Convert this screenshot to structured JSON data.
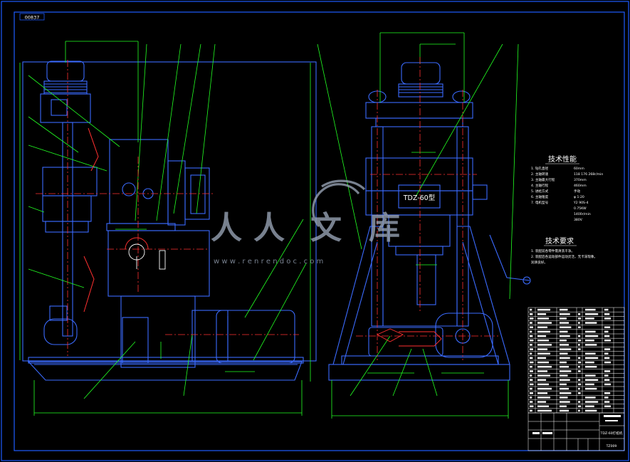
{
  "drawing": {
    "corner_tag": "00837",
    "machine_label": "TDZ-60型",
    "title_block_name": "TDZ-60打桩机",
    "title_block_code": "TZ009"
  },
  "specs": {
    "title": "技术性能",
    "rows": [
      [
        "1. 钻孔直径",
        "60mm"
      ],
      [
        "2. 主轴转速",
        "118 176 268r/min"
      ],
      [
        "3. 主轴最大行程",
        "370mm"
      ],
      [
        "4. 主轴行程",
        "460mm"
      ],
      [
        "5. 进给方式",
        "手动"
      ],
      [
        "6. 主轴锥度",
        "φ 1:20"
      ],
      [
        "7. 电机型号",
        "Y2 90S-4"
      ],
      [
        "",
        "0.75KW"
      ],
      [
        "",
        "1400r/min"
      ],
      [
        "",
        "380V"
      ]
    ]
  },
  "requirements": {
    "title": "技术要求",
    "items": [
      "1. 装配前各零件需清洗干净。",
      "2. 装配后各运动部件运动灵活，无卡滞现象。",
      "   润滑良好。"
    ]
  },
  "watermark": {
    "chars": [
      "人",
      "人",
      "文",
      "库"
    ],
    "url": "w w w . r e n r e n d o c . c o m"
  },
  "colors": {
    "frame": "#1e5cff",
    "part": "#3b6bff",
    "leader": "#22ff22",
    "center": "#ff3030",
    "text": "#ffffff",
    "watermark": "#9aa6b8"
  }
}
